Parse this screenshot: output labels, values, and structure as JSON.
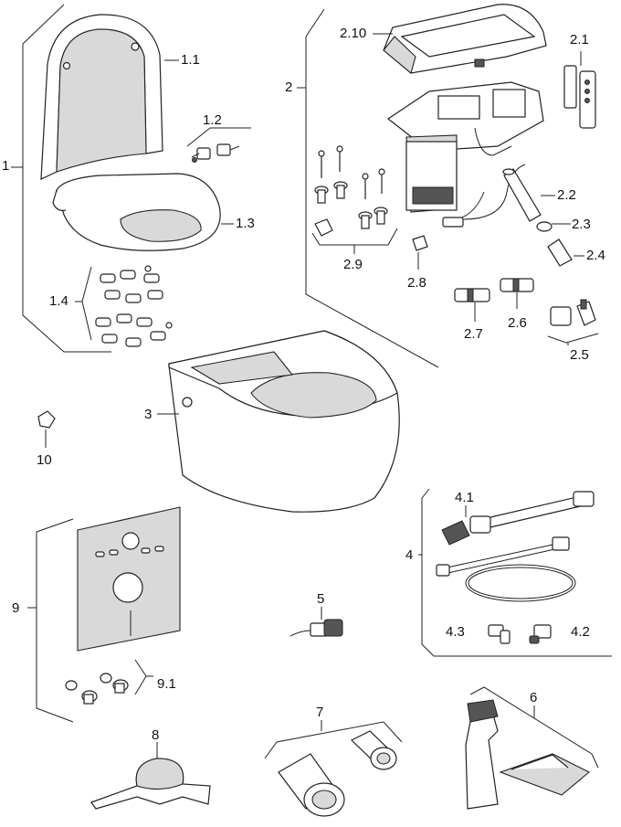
{
  "labels": {
    "l1": "1",
    "l1_1": "1.1",
    "l1_2": "1.2",
    "l1_3": "1.3",
    "l1_4": "1.4",
    "l2": "2",
    "l2_10": "2.10",
    "l2_1": "2.1",
    "l2_2": "2.2",
    "l2_3": "2.3",
    "l2_4": "2.4",
    "l2_5": "2.5",
    "l2_6": "2.6",
    "l2_7": "2.7",
    "l2_8": "2.8",
    "l2_9": "2.9",
    "l3": "3",
    "l4": "4",
    "l4_1": "4.1",
    "l4_2": "4.2",
    "l4_3": "4.3",
    "l5": "5",
    "l6": "6",
    "l7": "7",
    "l8": "8",
    "l9": "9",
    "l9_1": "9.1",
    "l10": "10"
  }
}
